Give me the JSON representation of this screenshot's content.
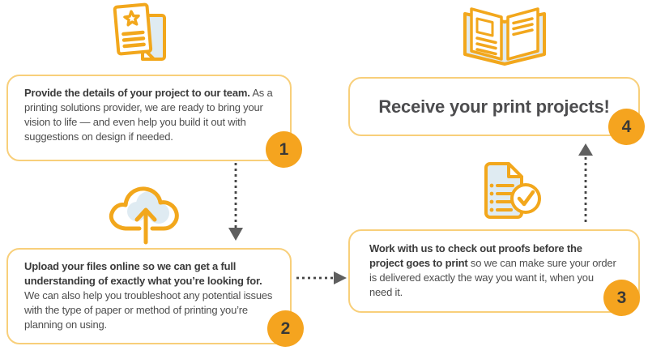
{
  "palette": {
    "icon_stroke": "#F2A71C",
    "card_border": "#F8CF7A",
    "badge_bg": "#F5A41F",
    "badge_text": "#3A3937",
    "icon_fill_blue": "#DFEBF2",
    "body_text": "#4E4E4E",
    "bold_text": "#3B3B3B",
    "title_text": "#4D4D4F",
    "arrow_gray": "#5F5F5F"
  },
  "icons": {
    "step1": "flyer-document-star-icon",
    "step2": "cloud-upload-icon",
    "step3": "proof-checklist-check-icon",
    "step4": "open-booklet-icon"
  },
  "steps": [
    {
      "number": "1",
      "lead": "Provide the details of your project to our team.",
      "body": " As a printing solutions provider, we are ready to bring your vision to life — and even help you build it out with suggestions on design if needed."
    },
    {
      "number": "2",
      "lead": "Upload your files online so we can get a full understanding of exactly what you’re looking for.",
      "body": " We can also help you troubleshoot any potential issues with the type of paper or method of printing you’re planning on using."
    },
    {
      "number": "3",
      "lead": "Work with us to check out proofs before the project goes to print",
      "body": " so we can make sure your order is delivered exactly the way you want it, when you need it."
    },
    {
      "number": "4",
      "title": "Receive your print projects!"
    }
  ]
}
